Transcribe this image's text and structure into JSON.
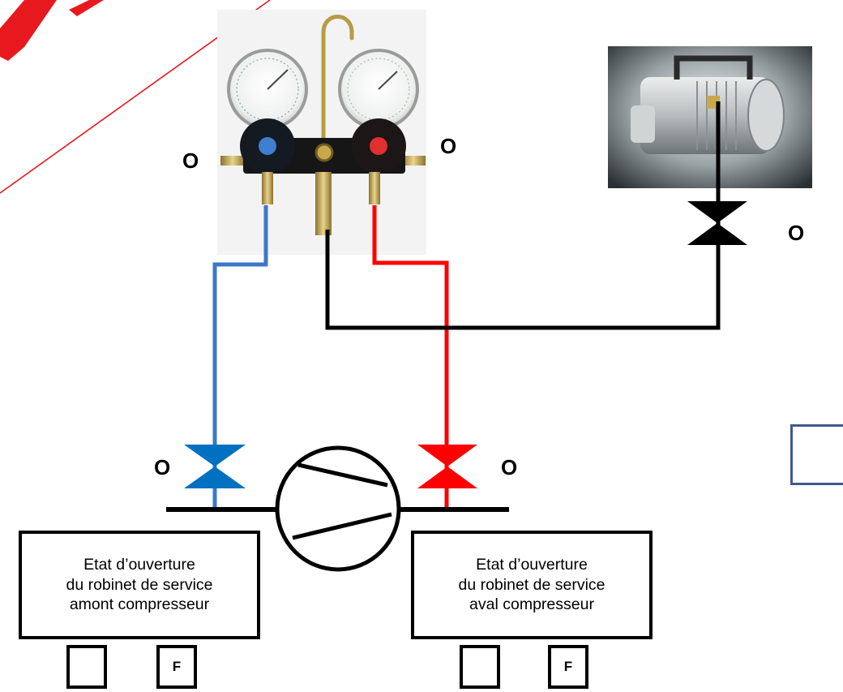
{
  "labels": {
    "manifold_left": "O",
    "manifold_right": "O",
    "pump_valve": "O",
    "low_valve": "O",
    "high_valve": "O"
  },
  "boxes": {
    "left": {
      "lines": [
        "Etat d’ouverture",
        "du robinet de service",
        "amont compresseur"
      ],
      "check_left": "",
      "check_right": "F"
    },
    "right": {
      "lines": [
        "Etat d’ouverture",
        "du robinet de service",
        "aval compresseur"
      ],
      "check_left": "",
      "check_right": "F"
    }
  },
  "colors": {
    "low_pressure_line": "#3c78c8",
    "high_pressure_line": "#ff0000",
    "service_line": "#000000",
    "low_valve": "#0070c0",
    "high_valve": "#ff0000",
    "watermark": "#e8191e",
    "frame": "#41598b"
  },
  "icons": {
    "manifold": "manifold-gauge-icon",
    "pump": "vacuum-pump-icon",
    "compressor": "compressor-symbol-icon"
  }
}
